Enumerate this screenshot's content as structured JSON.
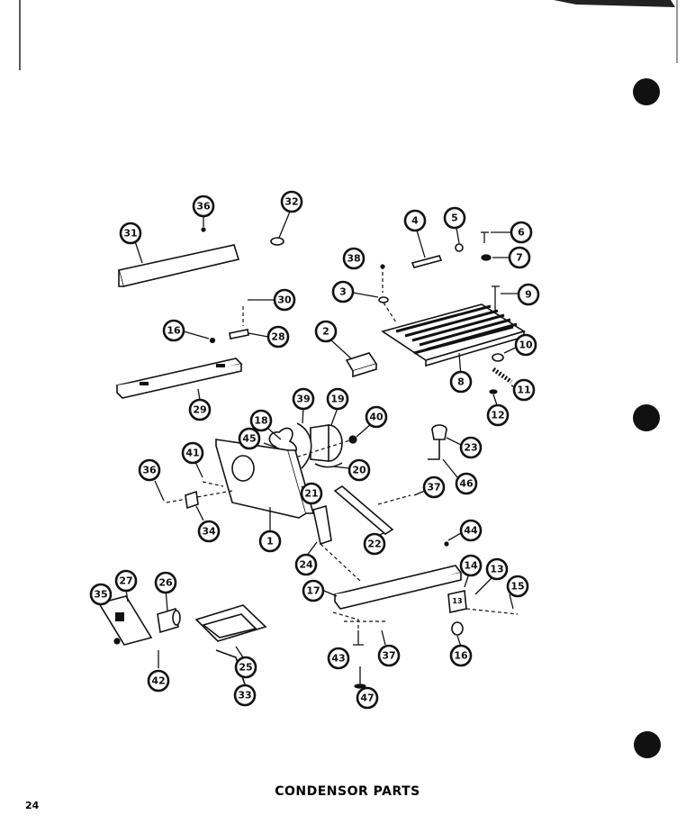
{
  "title": "CONDENSOR PARTS",
  "page_number": "24",
  "callouts": [
    "31",
    "36",
    "32",
    "4",
    "5",
    "6",
    "38",
    "7",
    "3",
    "9",
    "30",
    "16",
    "28",
    "2",
    "10",
    "11",
    "8",
    "12",
    "29",
    "39",
    "19",
    "18",
    "40",
    "45",
    "23",
    "41",
    "20",
    "36",
    "21",
    "46",
    "37",
    "34",
    "1",
    "22",
    "44",
    "24",
    "14",
    "13",
    "27",
    "26",
    "15",
    "35",
    "17",
    "16",
    "25",
    "42",
    "43",
    "37",
    "33",
    "47"
  ]
}
